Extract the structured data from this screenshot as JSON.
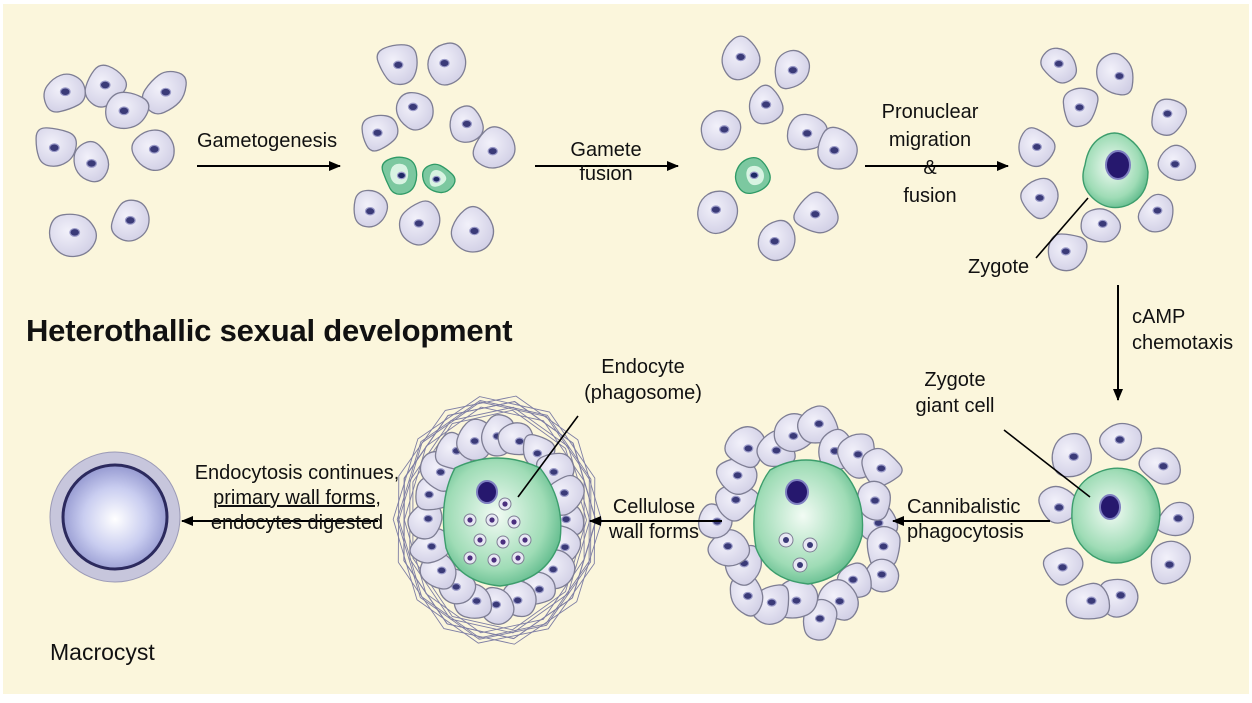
{
  "title": "Heterothallic sexual development",
  "steps": {
    "gametogenesis": "Gametogenesis",
    "gamete_fusion": [
      "Gamete",
      "fusion"
    ],
    "pronuclear": [
      "Pronuclear",
      "migration",
      "&",
      "fusion"
    ],
    "zygote": "Zygote",
    "camp": [
      "cAMP",
      "chemotaxis"
    ],
    "zygote_giant": [
      "Zygote",
      "giant cell"
    ],
    "cannibalistic": [
      "Cannibalistic",
      "phagocytosis"
    ],
    "cellulose": [
      "Cellulose",
      "wall forms"
    ],
    "endocyte": [
      "Endocyte",
      "(phagosome)"
    ],
    "endocytosis": [
      "Endocytosis continues,",
      "primary wall forms,",
      "endocytes digested"
    ],
    "macrocyst": "Macrocyst"
  },
  "colors": {
    "background": "#fbf6dc",
    "amoeba_fill": "#d9d8ea",
    "amoeba_stroke": "#7e7e94",
    "gamete_green": "#7cc8a0",
    "nucleus": "#26186e",
    "macrocyst_wall": "#c7c6dc"
  },
  "icons": [
    "amoeba-cell-icon",
    "gamete-cell-icon",
    "zygote-cell-icon",
    "macrocyst-icon",
    "arrow-icon"
  ]
}
